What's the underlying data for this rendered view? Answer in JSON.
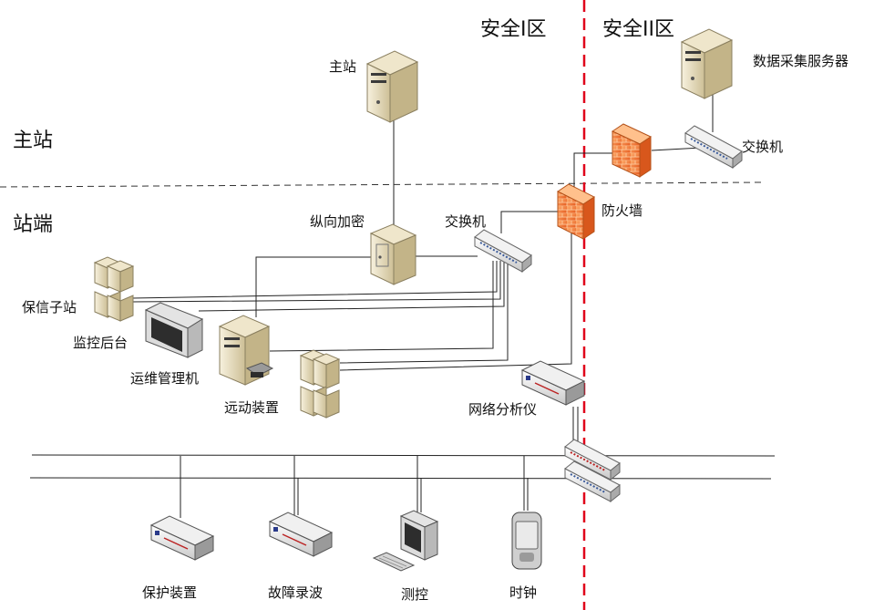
{
  "zones": {
    "zone_1": "安全I区",
    "zone_2": "安全II区",
    "master": "主站",
    "station": "站端"
  },
  "nodes": {
    "master_server": "主站",
    "data_server": "数据采集服务器",
    "switch_zone2": "交换机",
    "firewall": "防火墙",
    "encryption": "纵向加密",
    "switch_station": "交换机",
    "protection_substation": "保信子站",
    "monitor_console": "监控后台",
    "ops_pc": "运维管理机",
    "telecontrol": "远动装置",
    "net_analyzer": "网络分析仪",
    "protection_device": "保护装置",
    "fault_recorder": "故障录波",
    "measure_control": "测控",
    "clock": "时钟"
  },
  "colors": {
    "boundary_red": "#e0001a",
    "firewall_orange": "#f07a2a",
    "server_beige": "#e9dfc2",
    "line": "#222222"
  }
}
